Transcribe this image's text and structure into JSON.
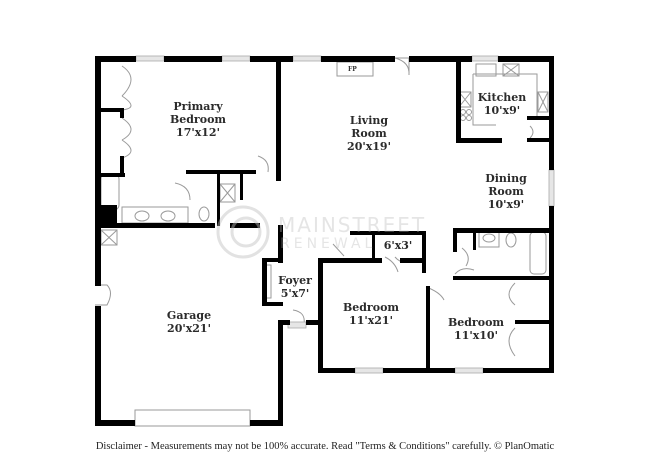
{
  "floorplan": {
    "rooms": [
      {
        "id": "primary-bedroom",
        "name_line1": "Primary",
        "name_line2": "Bedroom",
        "dimensions": "17'x12'"
      },
      {
        "id": "living-room",
        "name_line1": "Living",
        "name_line2": "Room",
        "dimensions": "20'x19'"
      },
      {
        "id": "kitchen",
        "name_line1": "Kitchen",
        "name_line2": "",
        "dimensions": "10'x9'"
      },
      {
        "id": "dining-room",
        "name_line1": "Dining",
        "name_line2": "Room",
        "dimensions": "10'x9'"
      },
      {
        "id": "closet",
        "name_line1": "",
        "name_line2": "",
        "dimensions": "6'x3'"
      },
      {
        "id": "foyer",
        "name_line1": "Foyer",
        "name_line2": "",
        "dimensions": "5'x7'"
      },
      {
        "id": "garage",
        "name_line1": "Garage",
        "name_line2": "",
        "dimensions": "20'x21'"
      },
      {
        "id": "bedroom-2",
        "name_line1": "Bedroom",
        "name_line2": "",
        "dimensions": "11'x21'"
      },
      {
        "id": "bedroom-3",
        "name_line1": "Bedroom",
        "name_line2": "",
        "dimensions": "11'x10'"
      }
    ],
    "fireplace_label": "FP",
    "watermark_line1": "MAINSTREET",
    "watermark_line2": "RENEWAL"
  },
  "footer": {
    "disclaimer": "Disclaimer - Measurements may not be 100% accurate. Read \"Terms & Conditions\" carefully. © PlanOmatic"
  },
  "colors": {
    "wall": "#000000",
    "window": "#d8d8d8",
    "fixture": "#9a9a9a",
    "text": "#2b2b2b"
  }
}
